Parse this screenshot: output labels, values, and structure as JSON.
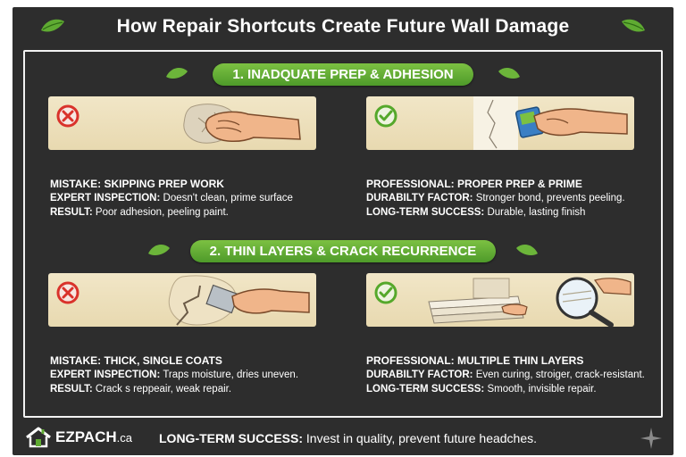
{
  "header": {
    "title": "How Repair Shortcuts Create Future Wall Damage",
    "leaf_icon": "leaf-icon"
  },
  "colors": {
    "background": "#2d2d2d",
    "accent_green": "#5fab32",
    "wrong_red": "#d9322b",
    "right_green": "#55a82b",
    "panel_beige": "#efe3c2"
  },
  "sections": [
    {
      "banner": "1. INADQUATE PREP & ADHESION",
      "mistake": {
        "icon": "x-circle-icon",
        "illustration": "hand-rubbing-wall-icon",
        "heading": "MISTAKE: SKIPPING PREP WORK",
        "line1_label": "EXPERT INSPECTION:",
        "line1_text": "Doesn't clean, prime surface",
        "line2_label": "RESULT:",
        "line2_text": "Poor adhesion, peeling paint."
      },
      "professional": {
        "icon": "check-circle-icon",
        "illustration": "hand-sanding-block-icon",
        "heading": "PROFESSIONAL: PROPER PREP & PRIME",
        "line1_label": "DURABILTY FACTOR:",
        "line1_text": "Stronger bond, prevents peeling.",
        "line2_label": "LONG-TERM SUCCESS:",
        "line2_text": "Durable, lasting finish"
      }
    },
    {
      "banner": "2. THIN LAYERS & CRACK RECURRENCE",
      "mistake": {
        "icon": "x-circle-icon",
        "illustration": "hand-putty-knife-crack-icon",
        "heading": "MISTAKE: THICK, SINGLE COATS",
        "line1_label": "EXPERT INSPECTION:",
        "line1_text": "Traps moisture, dries uneven.",
        "line2_label": "RESULT:",
        "line2_text": "Crack s reppeair, weak repair."
      },
      "professional": {
        "icon": "check-circle-icon",
        "illustration": "magnifying-glass-layers-icon",
        "heading": "PROFESSIONAL: MULTIPLE THIN LAYERS",
        "line1_label": "DURABILTY FACTOR:",
        "line1_text": "Even curing, stroiger, crack-resistant.",
        "line2_label": "LONG-TERM SUCCESS:",
        "line2_text": "Smooth, invisible repair."
      }
    }
  ],
  "footer": {
    "logo_icon": "house-icon",
    "logo_name": "EZPACH",
    "logo_tld": ".ca",
    "label": "LONG-TERM SUCCESS:",
    "text": "Invest in quality, prevent future headches.",
    "star_icon": "sparkle-star-icon"
  }
}
